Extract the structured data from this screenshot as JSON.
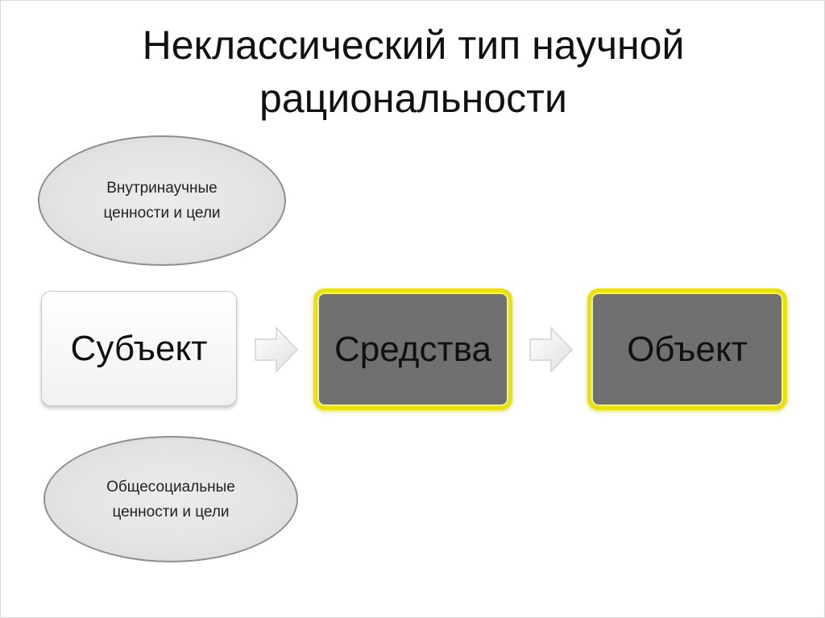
{
  "title": {
    "line1": "Неклассический тип научной",
    "line2": "рациональности"
  },
  "ellipses": {
    "top": {
      "line1": "Внутринаучные",
      "line2": "ценности и цели"
    },
    "bottom": {
      "line1": "Общесоциальные",
      "line2": "ценности и цели"
    }
  },
  "boxes": {
    "subject": "Субъект",
    "means": "Средства",
    "object": "Объект"
  },
  "colors": {
    "highlight_border": "#e9e20a",
    "dark_box_fill": "#707070",
    "ellipse_fill": "#e3e3e3"
  },
  "icons": [
    "right-arrow-icon",
    "right-arrow-icon"
  ]
}
